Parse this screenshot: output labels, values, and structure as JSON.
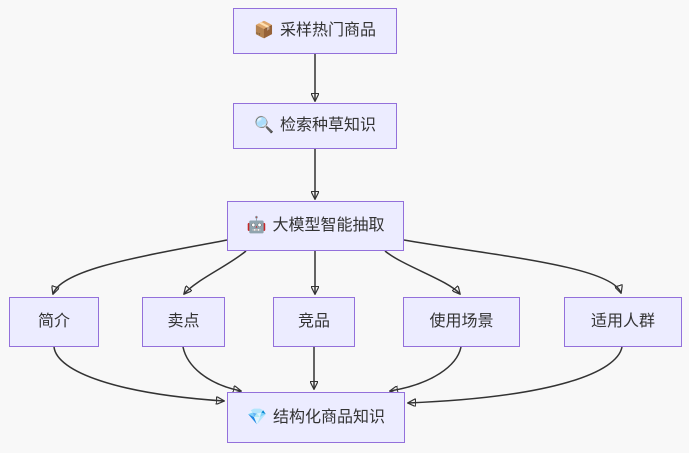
{
  "diagram": {
    "type": "flowchart",
    "direction": "top-down",
    "nodes": [
      {
        "id": "sample_hot_products",
        "emoji": "📦",
        "label": "采样热门商品"
      },
      {
        "id": "retrieve_seeding_knowledge",
        "emoji": "🔍",
        "label": "检索种草知识"
      },
      {
        "id": "llm_extraction",
        "emoji": "🤖",
        "label": "大模型智能抽取"
      },
      {
        "id": "intro",
        "label": "简介"
      },
      {
        "id": "selling_points",
        "label": "卖点"
      },
      {
        "id": "competitors",
        "label": "竞品"
      },
      {
        "id": "usage_scenarios",
        "label": "使用场景"
      },
      {
        "id": "target_audience",
        "label": "适用人群"
      },
      {
        "id": "structured_knowledge",
        "emoji": "💎",
        "label": "结构化商品知识"
      }
    ],
    "edges": [
      {
        "from": "sample_hot_products",
        "to": "retrieve_seeding_knowledge"
      },
      {
        "from": "retrieve_seeding_knowledge",
        "to": "llm_extraction"
      },
      {
        "from": "llm_extraction",
        "to": "intro"
      },
      {
        "from": "llm_extraction",
        "to": "selling_points"
      },
      {
        "from": "llm_extraction",
        "to": "competitors"
      },
      {
        "from": "llm_extraction",
        "to": "usage_scenarios"
      },
      {
        "from": "llm_extraction",
        "to": "target_audience"
      },
      {
        "from": "intro",
        "to": "structured_knowledge"
      },
      {
        "from": "selling_points",
        "to": "structured_knowledge"
      },
      {
        "from": "competitors",
        "to": "structured_knowledge"
      },
      {
        "from": "usage_scenarios",
        "to": "structured_knowledge"
      },
      {
        "from": "target_audience",
        "to": "structured_knowledge"
      }
    ]
  },
  "style": {
    "node_fill": "#ECECFF",
    "node_border": "#9370DB",
    "edge_color": "#333333",
    "text_color": "#333333",
    "background": "#F8F8F8"
  }
}
